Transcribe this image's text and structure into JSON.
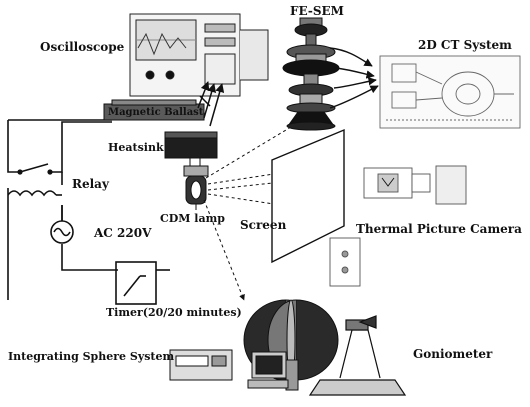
{
  "labels": {
    "oscilloscope": "Oscilloscope",
    "fe_sem": "FE-SEM",
    "ct_system": "2D CT System",
    "magnetic_ballast": "Magnetic Ballast",
    "heatsink": "Heatsink",
    "relay": "Relay",
    "ac_supply": "AC 220V",
    "cdm_lamp": "CDM lamp",
    "screen": "Screen",
    "thermal_camera": "Thermal Picture Camera",
    "timer": "Timer(20/20 minutes)",
    "integrating_sphere": "Integrating Sphere System",
    "goniometer": "Goniometer"
  },
  "instruments": {
    "ballast_plate_text": "",
    "sphere_panel_text": ""
  }
}
